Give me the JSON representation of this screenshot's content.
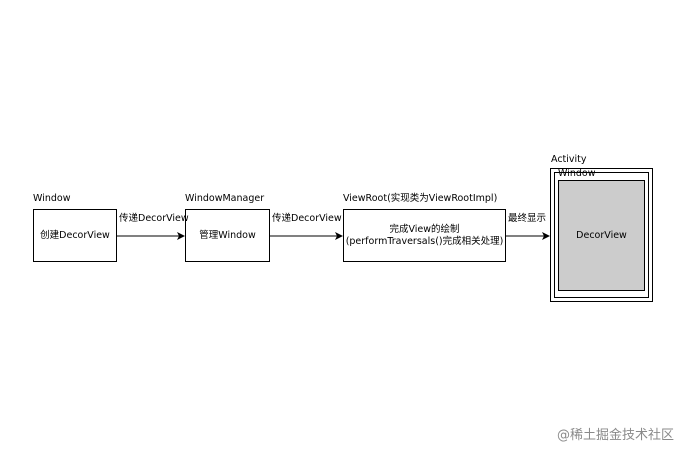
{
  "nodes": {
    "window": {
      "title": "Window",
      "text": "创建DecorView"
    },
    "window_manager": {
      "title": "WindowManager",
      "text": "管理Window"
    },
    "view_root": {
      "title": "ViewRoot(实现类为ViewRootImpl)",
      "line1": "完成View的绘制",
      "line2": "(performTraversals()完成相关处理)"
    },
    "activity": {
      "title": "Activity",
      "window_title": "Window",
      "decor_text": "DecorView"
    }
  },
  "edges": [
    {
      "label": "传递DecorView"
    },
    {
      "label": "传递DecorView"
    },
    {
      "label": "最终显示"
    }
  ],
  "watermark": "@稀土掘金技术社区",
  "colors": {
    "decor_fill": "#cccccc",
    "stroke": "#000000",
    "watermark": "#8a8a8a"
  }
}
